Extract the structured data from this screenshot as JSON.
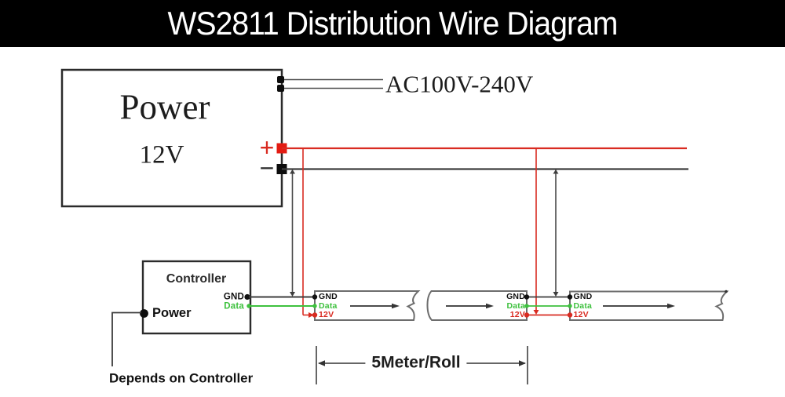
{
  "title": "WS2811 Distribution Wire Diagram",
  "power_supply": {
    "name": "Power",
    "voltage": "12V",
    "ac_input": "AC100V-240V",
    "plus": "+",
    "minus": "−"
  },
  "controller": {
    "name": "Controller",
    "pin_gnd": "GND",
    "pin_data": "Data",
    "pin_power": "Power",
    "note": "Depends on Controller"
  },
  "strip_pins": {
    "gnd": "GND",
    "data": "Data",
    "power": "12V"
  },
  "dimension": {
    "label": "5Meter/Roll"
  },
  "colors": {
    "titlebar_bg": "#000000",
    "title_text": "#ffffff",
    "positive_wire_red": "#d92b21",
    "data_wire_green": "#3ec13e",
    "ground_wire_dark": "#3d3d3d",
    "strip_outline_gray": "#6d6d6d"
  }
}
